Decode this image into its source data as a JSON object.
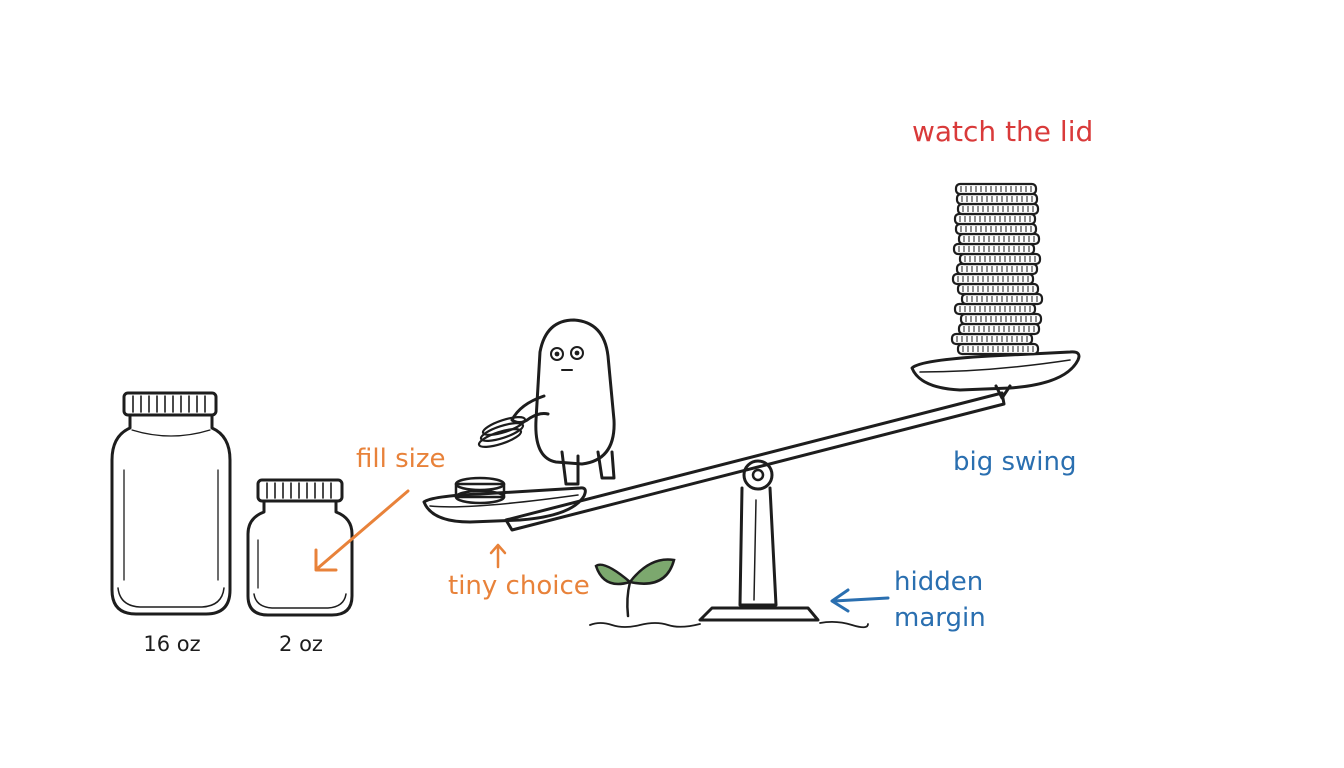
{
  "jars": {
    "large_label": "16 oz",
    "small_label": "2 oz"
  },
  "annotations": {
    "fill_size": "fill size",
    "tiny_choice": "tiny choice",
    "watch_lid": "watch the lid",
    "big_swing": "big swing",
    "hidden_margin_line1": "hidden",
    "hidden_margin_line2": "margin"
  },
  "colors": {
    "orange": "#e8823a",
    "red": "#d93a3a",
    "blue": "#2a6fb0",
    "green_creature": "#6e9e6b",
    "leaf_green": "#7ca86e",
    "ink": "#1d1d1d"
  }
}
